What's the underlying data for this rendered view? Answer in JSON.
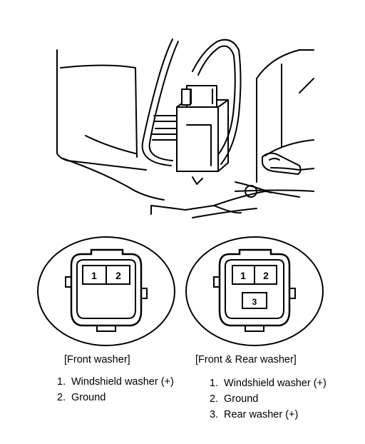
{
  "front_connector": {
    "caption": "[Front washer]",
    "pins": [
      "1",
      "2"
    ],
    "items": [
      {
        "num": "1.",
        "label": "Windshield washer (+)"
      },
      {
        "num": "2.",
        "label": "Ground"
      }
    ]
  },
  "rear_connector": {
    "caption": "[Front & Rear washer]",
    "pins": [
      "1",
      "2",
      "3"
    ],
    "items": [
      {
        "num": "1.",
        "label": "Windshield washer (+)"
      },
      {
        "num": "2.",
        "label": "Ground"
      },
      {
        "num": "3.",
        "label": "Rear washer (+)"
      }
    ]
  }
}
